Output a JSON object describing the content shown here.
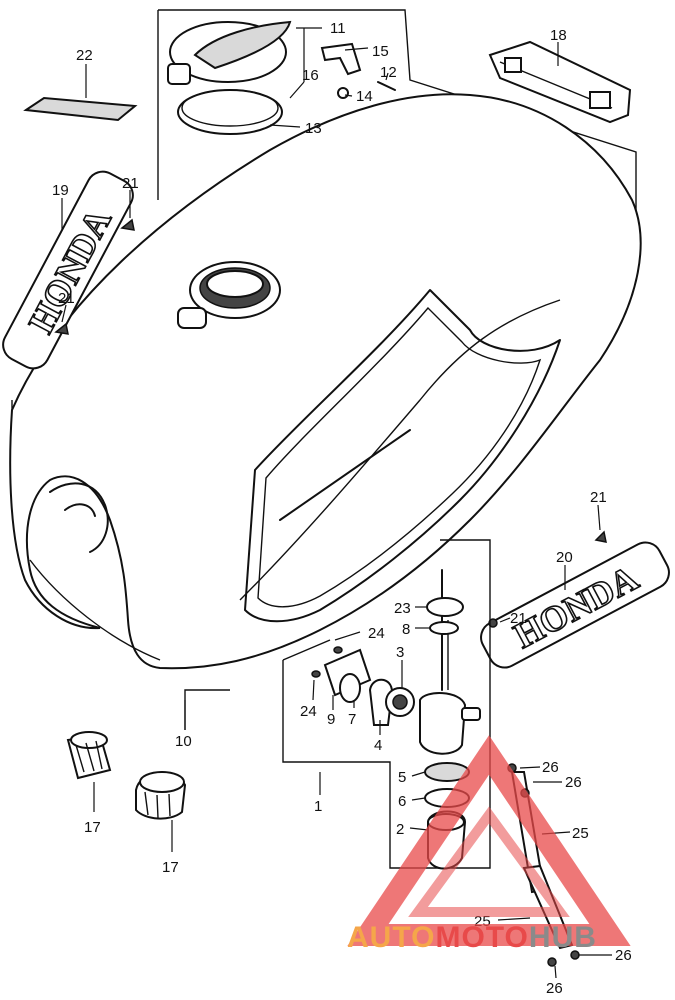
{
  "callouts": {
    "c1": "1",
    "c2": "2",
    "c3": "3",
    "c4": "4",
    "c5": "5",
    "c6": "6",
    "c7": "7",
    "c8": "8",
    "c9": "9",
    "c10": "10",
    "c11": "11",
    "c12": "12",
    "c13": "13",
    "c14": "14",
    "c15": "15",
    "c16": "16",
    "c17a": "17",
    "c17b": "17",
    "c18": "18",
    "c19": "19",
    "c20": "20",
    "c21a": "21",
    "c21b": "21",
    "c21c": "21",
    "c21d": "21",
    "c22": "22",
    "c23": "23",
    "c24a": "24",
    "c24b": "24",
    "c25a": "25",
    "c25b": "25",
    "c26a": "26",
    "c26b": "26",
    "c26c": "26",
    "c26d": "26"
  },
  "emblems": {
    "tank_badge_left": "HONDA",
    "tank_badge_right": "HONDA"
  },
  "watermark": {
    "brand_part1": "AUTO",
    "brand_part2": "MOTO",
    "brand_part3": "HUB",
    "color_orange": "#f5a64a",
    "color_red": "#e84a4a",
    "color_gray": "#8a8a8a"
  }
}
